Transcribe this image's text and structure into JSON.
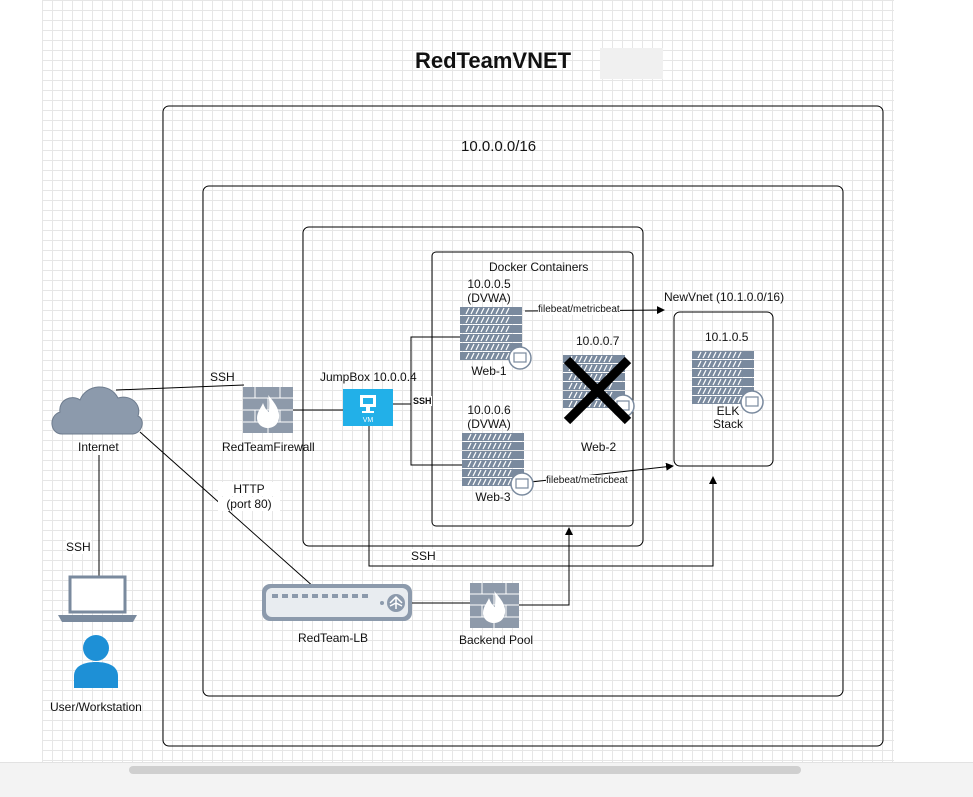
{
  "diagram": {
    "title": "RedTeamVNET",
    "vnet_cidr": "10.0.0.0/16",
    "docker_label": "Docker Containers",
    "newvnet_label": "NewVnet (10.1.0.0/16)",
    "web1": {
      "ip": "10.0.0.5",
      "app": "(DVWA)",
      "name": "Web-1"
    },
    "web2": {
      "ip": "10.0.0.7",
      "name": "Web-2"
    },
    "web3": {
      "ip": "10.0.0.6",
      "app": "(DVWA)",
      "name": "Web-3"
    },
    "elk": {
      "ip": "10.1.0.5",
      "name_line1": "ELK",
      "name_line2": "Stack"
    },
    "jumpbox": {
      "label": "JumpBox 10.0.0.4",
      "vm_tag": "VM"
    },
    "firewall_label": "RedTeamFirewall",
    "internet_label": "Internet",
    "lb_label": "RedTeam-LB",
    "backend_label": "Backend Pool",
    "user_label": "User/Workstation",
    "edge_labels": {
      "ssh_internet_firewall": "SSH",
      "ssh_jumpbox_web": "SSH",
      "ssh_jumpbox_elk": "SSH",
      "ssh_user_internet": "SSH",
      "http_line1": "HTTP",
      "http_line2": "(port 80)",
      "beats_web1": "filebeat/metricbeat",
      "beats_web3": "filebeat/metricbeat"
    },
    "colors": {
      "azure_blue": "#1E90D6",
      "vm_cyan": "#22B0E8",
      "server_gray": "#7A8A9E",
      "cloud_gray": "#8C9AAC",
      "firewall_red": "#E83A17"
    }
  }
}
